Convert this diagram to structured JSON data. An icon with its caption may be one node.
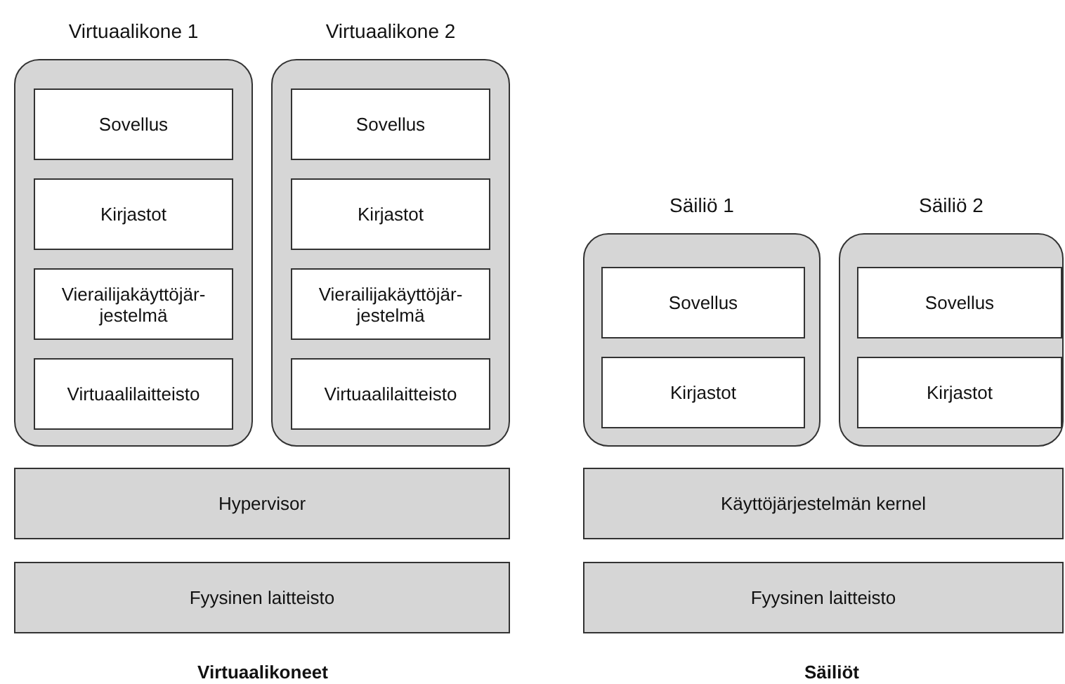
{
  "diagram": {
    "nodes": [
      {
        "text": [
          "Virtuaalikone 1"
        ]
      },
      {
        "text": [
          "Sovellus"
        ],
        "in": 0
      },
      {
        "text": [
          "Kirjastot"
        ],
        "in": 0
      },
      {
        "text": [
          "Vierailijakäyttöjär-jestelmä"
        ],
        "in": 0
      },
      {
        "text": [
          "Virtuaalilaitteisto"
        ],
        "in": 0
      },
      {
        "text": [
          "Virtuaalikone 2"
        ]
      },
      {
        "text": [
          "Sovellus"
        ],
        "in": 5
      },
      {
        "text": [
          "Kirjastot"
        ],
        "in": 5
      },
      {
        "text": [
          "Vierailijakäyttöjär-jestelmä"
        ],
        "in": 5
      },
      {
        "text": [
          "Virtuaalilaitteisto"
        ],
        "in": 5
      },
      {
        "text": [
          "Säiliö 1"
        ]
      },
      {
        "text": [
          "Sovellus"
        ],
        "in": 10
      },
      {
        "text": [
          "Kirjastot"
        ],
        "in": 10
      },
      {
        "text": [
          "Säiliö 2"
        ]
      },
      {
        "text": [
          "Sovellus"
        ],
        "in": 13
      },
      {
        "text": [
          "Kirjastot"
        ],
        "in": 13
      },
      {
        "text": [
          "Hypervisor"
        ]
      },
      {
        "text": [
          "Käyttöjärjestelmän kernel"
        ]
      },
      {
        "text": [
          "Fyysinen laitteisto"
        ]
      },
      {
        "text": [
          "Fyysinen laitteisto"
        ]
      }
    ],
    "edges": [],
    "labels": [
      "Virtuaalikoneet",
      "Säiliöt"
    ]
  }
}
